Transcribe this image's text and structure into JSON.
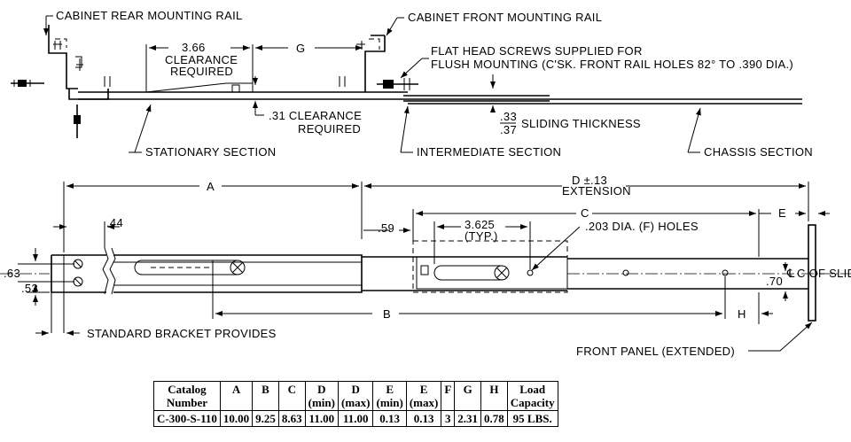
{
  "labels": {
    "cabinet_rear_rail": "CABINET REAR MOUNTING RAIL",
    "cabinet_front_rail": "CABINET FRONT MOUNTING RAIL",
    "clearance_value": "3.66",
    "clearance_line1": "CLEARANCE",
    "clearance_line2": "REQUIRED",
    "dim_g": "G",
    "screws_line1": "FLAT HEAD SCREWS SUPPLIED FOR",
    "screws_line2": "FLUSH MOUNTING (C'SK. FRONT RAIL HOLES 82° TO .390 DIA.)",
    "clearance2_line1": ".31 CLEARANCE",
    "clearance2_line2": "REQUIRED",
    "sliding_top": ".33",
    "sliding_bottom": ".37",
    "sliding_text": "SLIDING THICKNESS",
    "stationary": "STATIONARY SECTION",
    "intermediate": "INTERMEDIATE SECTION",
    "chassis": "CHASSIS SECTION",
    "dim_a": "A",
    "dim_d": "D ±.13",
    "extension": "EXTENSION",
    "dim_44": ".44",
    "dim_59": ".59",
    "dim_3625": "3.625",
    "typ": "(TYP.)",
    "dim_c": "C",
    "dim_e": "E",
    "holes": ".203 DIA. (F) HOLES",
    "dim_63": ".63",
    "dim_53": ".53",
    "dim_70": ".70",
    "cl_slide": "C OF SLIDE",
    "dim_b": "B",
    "dim_h": "H",
    "bracket": "STANDARD BRACKET PROVIDES",
    "front_panel": "FRONT PANEL (EXTENDED)"
  },
  "table": {
    "headers": [
      {
        "top": "Catalog",
        "bottom": "Number"
      },
      {
        "top": "A",
        "bottom": ""
      },
      {
        "top": "B",
        "bottom": ""
      },
      {
        "top": "C",
        "bottom": ""
      },
      {
        "top": "D",
        "bottom": "(min)"
      },
      {
        "top": "D",
        "bottom": "(max)"
      },
      {
        "top": "E",
        "bottom": "(min)"
      },
      {
        "top": "E",
        "bottom": "(max)"
      },
      {
        "top": "F",
        "bottom": ""
      },
      {
        "top": "G",
        "bottom": ""
      },
      {
        "top": "H",
        "bottom": ""
      },
      {
        "top": "Load",
        "bottom": "Capacity"
      }
    ],
    "rows": [
      [
        "C-300-S-110",
        "10.00",
        "9.25",
        "8.63",
        "11.00",
        "11.00",
        "0.13",
        "0.13",
        "3",
        "2.31",
        "0.78",
        "95 LBS."
      ]
    ]
  }
}
